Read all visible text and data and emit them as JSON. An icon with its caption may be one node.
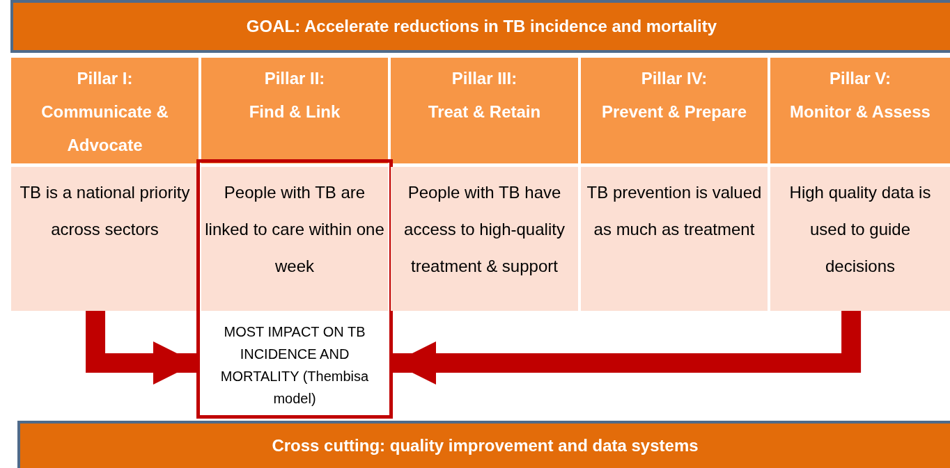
{
  "diagram": {
    "nodes": [
      {
        "text": [
          "GOAL: Accelerate reductions in TB incidence and mortality"
        ]
      },
      {
        "text": [
          "Pillar I:",
          "Communicate & Advocate"
        ]
      },
      {
        "text": [
          "Pillar II:",
          "Find & Link"
        ]
      },
      {
        "text": [
          "Pillar III:",
          "Treat & Retain"
        ]
      },
      {
        "text": [
          "Pillar IV:",
          "Prevent &  Prepare"
        ]
      },
      {
        "text": [
          "Pillar V:",
          "Monitor & Assess"
        ]
      },
      {
        "text": [
          "TB is a national priority across sectors"
        ]
      },
      {
        "text": [
          "MOST IMPACT ON TB INCIDENCE AND MORTALITY (Thembisa model)"
        ]
      },
      {
        "text": [
          "People with TB are linked to care within one week"
        ],
        "in": 7
      },
      {
        "text": [
          "People with TB have access to high-quality treatment & support"
        ]
      },
      {
        "text": [
          "TB prevention is valued as much as treatment"
        ]
      },
      {
        "text": [
          "High quality data is used to guide decisions"
        ]
      },
      {
        "text": [
          "Cross cutting: quality improvement and data systems"
        ]
      }
    ],
    "edges": [
      {
        "from": 6,
        "to": 7,
        "arrow": "to"
      },
      {
        "from": 11,
        "to": 7,
        "arrow": "to"
      }
    ]
  }
}
